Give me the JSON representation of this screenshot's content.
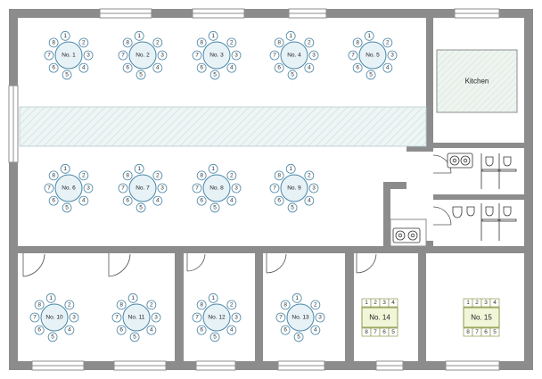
{
  "rooms": {
    "kitchen": {
      "label": "Kitchen"
    }
  },
  "colors": {
    "wall": "#8c8c8c",
    "floor": "#ffffff",
    "table_fill": "#e7f2f7",
    "table_stroke": "#4a86a6",
    "rect_table_fill": "#f1f6d9",
    "rect_table_stroke": "#8a9a4a",
    "hatch": "#dfe9e9"
  },
  "round_tables": [
    {
      "label": "No. 1",
      "seats": [
        "1",
        "2",
        "3",
        "4",
        "5",
        "6",
        "7",
        "8"
      ]
    },
    {
      "label": "No. 2",
      "seats": [
        "1",
        "2",
        "3",
        "4",
        "5",
        "6",
        "7",
        "8"
      ]
    },
    {
      "label": "No. 3",
      "seats": [
        "1",
        "2",
        "3",
        "4",
        "5",
        "6",
        "7",
        "8"
      ]
    },
    {
      "label": "No. 4",
      "seats": [
        "1",
        "2",
        "3",
        "4",
        "5",
        "6",
        "7",
        "8"
      ]
    },
    {
      "label": "No. 5",
      "seats": [
        "1",
        "2",
        "3",
        "4",
        "5",
        "6",
        "7",
        "8"
      ]
    },
    {
      "label": "No. 6",
      "seats": [
        "1",
        "2",
        "3",
        "4",
        "5",
        "6",
        "7",
        "8"
      ]
    },
    {
      "label": "No. 7",
      "seats": [
        "1",
        "2",
        "3",
        "4",
        "5",
        "6",
        "7",
        "8"
      ]
    },
    {
      "label": "No. 8",
      "seats": [
        "1",
        "2",
        "3",
        "4",
        "5",
        "6",
        "7",
        "8"
      ]
    },
    {
      "label": "No. 9",
      "seats": [
        "1",
        "2",
        "3",
        "4",
        "5",
        "6",
        "7",
        "8"
      ]
    },
    {
      "label": "No. 10",
      "seats": [
        "1",
        "2",
        "3",
        "4",
        "5",
        "6",
        "7",
        "8"
      ]
    },
    {
      "label": "No. 11",
      "seats": [
        "1",
        "2",
        "3",
        "4",
        "5",
        "6",
        "7",
        "8"
      ]
    },
    {
      "label": "No. 12",
      "seats": [
        "1",
        "2",
        "3",
        "4",
        "5",
        "6",
        "7",
        "8"
      ]
    },
    {
      "label": "No. 13",
      "seats": [
        "1",
        "2",
        "3",
        "4",
        "5",
        "6",
        "7",
        "8"
      ]
    }
  ],
  "rect_tables": [
    {
      "label": "No. 14",
      "seats_top": [
        "1",
        "2",
        "3",
        "4"
      ],
      "seats_bottom": [
        "8",
        "7",
        "6",
        "5"
      ]
    },
    {
      "label": "No. 15",
      "seats_top": [
        "1",
        "2",
        "3",
        "4"
      ],
      "seats_bottom": [
        "8",
        "7",
        "6",
        "5"
      ]
    }
  ]
}
